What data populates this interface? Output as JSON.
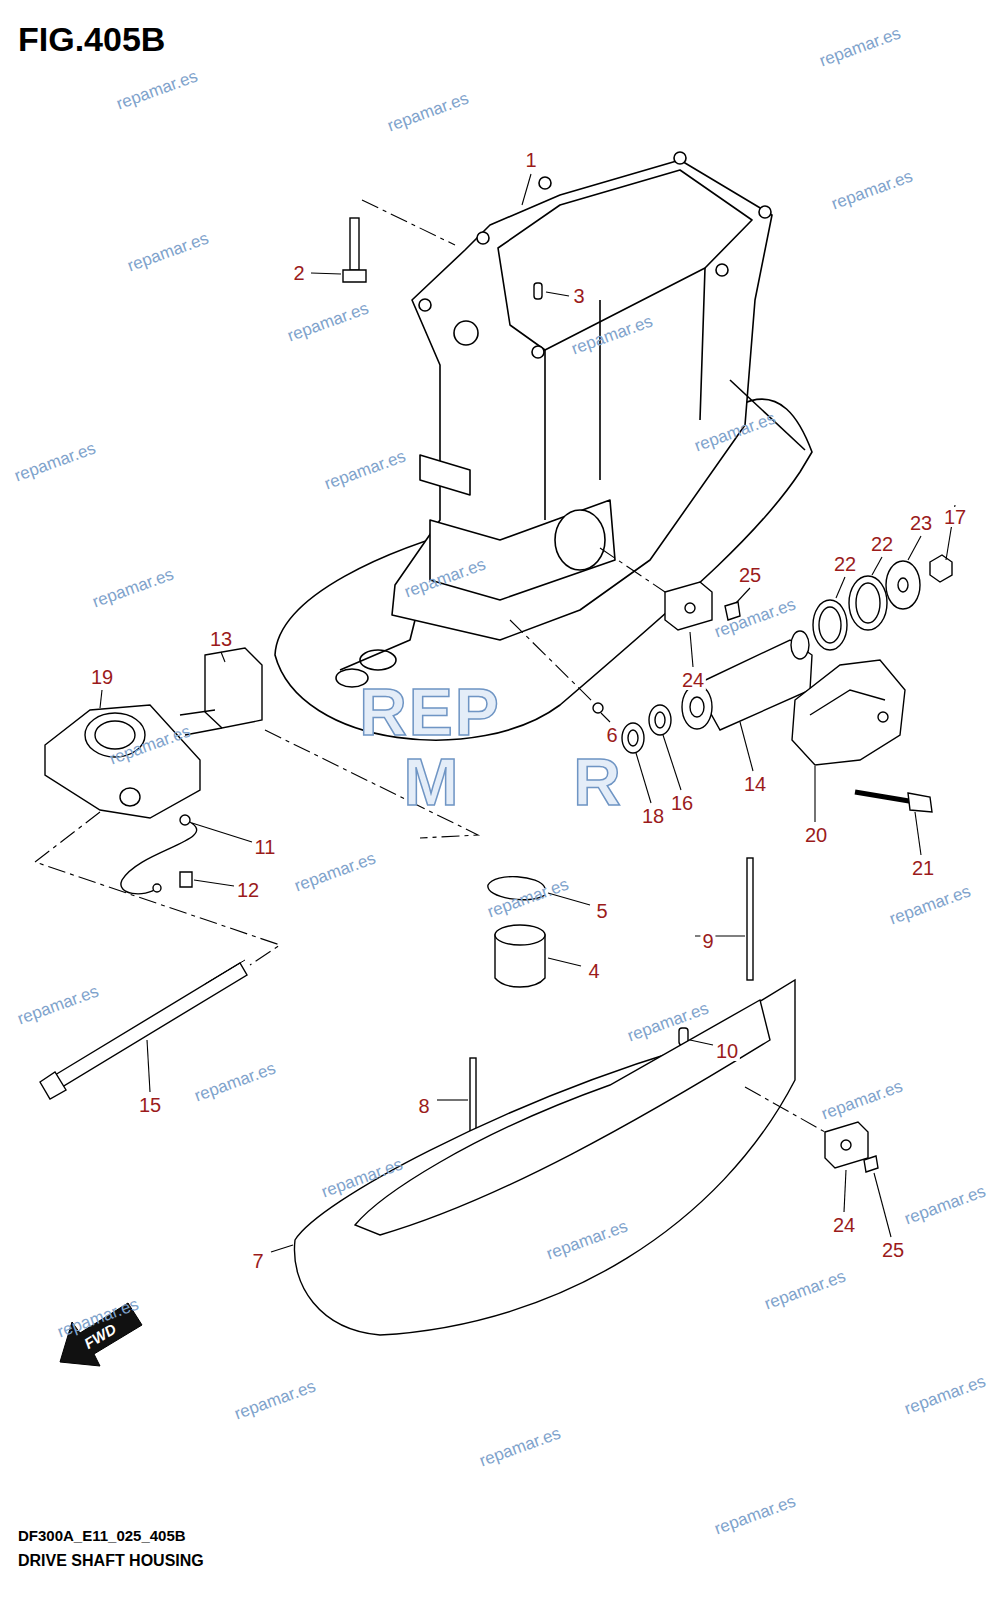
{
  "diagram": {
    "title": "FIG.405B",
    "caption": "DRIVE SHAFT HOUSING",
    "labels": [
      "1",
      "2",
      "3",
      "17",
      "23",
      "22",
      "22",
      "25",
      "13",
      "19",
      "24",
      "6",
      "14",
      "16",
      "18",
      "20",
      "21",
      "11",
      "12",
      "5",
      "4",
      "9",
      "10",
      "15",
      "8",
      "7",
      "24",
      "25",
      "repamar.es",
      "repamar.es",
      "repamar.es",
      "repamar.es",
      "repamar.es",
      "repamar.es",
      "repamar.es",
      "repamar.es",
      "repamar.es",
      "repamar.es",
      "repamar.es",
      "repamar.es",
      "repamar.es",
      "repamar.es",
      "repamar.es",
      "repamar.es",
      "repamar.es",
      "repamar.es",
      "repamar.es",
      "repamar.es",
      "repamar.es",
      "repamar.es",
      "repamar.es",
      "repamar.es",
      "repamar.es",
      "repamar.es",
      "repamar.es",
      "repamar.es",
      "repamar.es",
      "repamar.es",
      "FWD",
      "REP",
      "M",
      "R",
      "DF300A_E11_025_405B"
    ]
  }
}
